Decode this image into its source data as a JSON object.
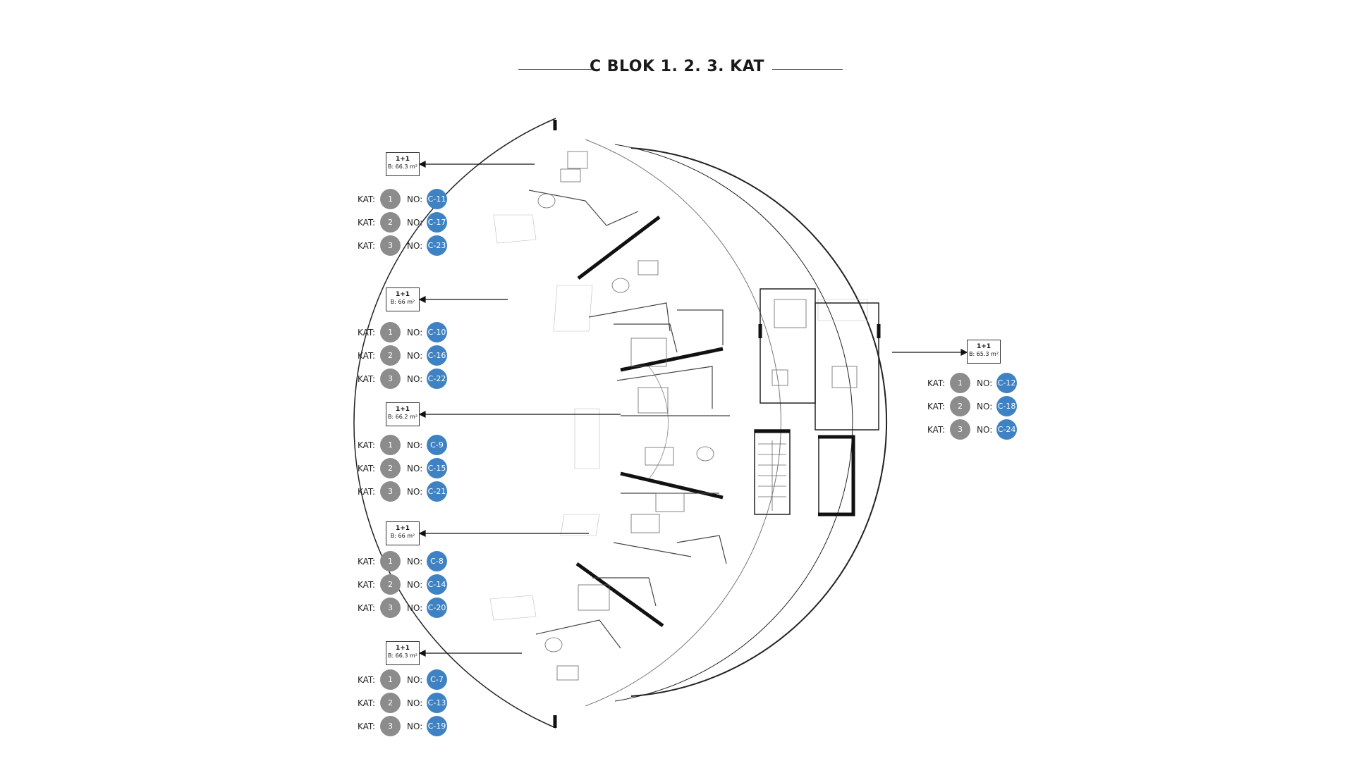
{
  "title": "C BLOK 1.  2.  3.  KAT",
  "labels": {
    "kat": "KAT:",
    "no": "NO:"
  },
  "colors": {
    "floor_circle": "#8c8c8c",
    "unit_circle": "#3f82c4",
    "walls": "#111111"
  },
  "units": [
    {
      "type": "1+1",
      "area": "B: 66.3 m²",
      "rows": [
        {
          "kat": "1",
          "no": "C-11"
        },
        {
          "kat": "2",
          "no": "C-17"
        },
        {
          "kat": "3",
          "no": "C-23"
        }
      ]
    },
    {
      "type": "1+1",
      "area": "B: 66 m²",
      "rows": [
        {
          "kat": "1",
          "no": "C-10"
        },
        {
          "kat": "2",
          "no": "C-16"
        },
        {
          "kat": "3",
          "no": "C-22"
        }
      ]
    },
    {
      "type": "1+1",
      "area": "B: 66.2 m²",
      "rows": [
        {
          "kat": "1",
          "no": "C-9"
        },
        {
          "kat": "2",
          "no": "C-15"
        },
        {
          "kat": "3",
          "no": "C-21"
        }
      ]
    },
    {
      "type": "1+1",
      "area": "B: 66 m²",
      "rows": [
        {
          "kat": "1",
          "no": "C-8"
        },
        {
          "kat": "2",
          "no": "C-14"
        },
        {
          "kat": "3",
          "no": "C-20"
        }
      ]
    },
    {
      "type": "1+1",
      "area": "B: 66.3 m²",
      "rows": [
        {
          "kat": "1",
          "no": "C-7"
        },
        {
          "kat": "2",
          "no": "C-13"
        },
        {
          "kat": "3",
          "no": "C-19"
        }
      ]
    },
    {
      "type": "1+1",
      "area": "B: 65.3 m²",
      "rows": [
        {
          "kat": "1",
          "no": "C-12"
        },
        {
          "kat": "2",
          "no": "C-18"
        },
        {
          "kat": "3",
          "no": "C-24"
        }
      ]
    }
  ]
}
